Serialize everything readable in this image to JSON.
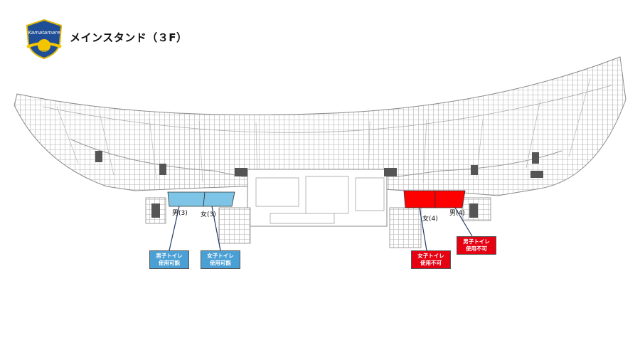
{
  "header": {
    "title": "メインスタンド（３F）",
    "logo_text": "Kamatamare",
    "logo_sub": "SANUKI"
  },
  "toilets": [
    {
      "id": "male-3",
      "label": "男(3)",
      "status_lines": [
        "男子トイレ",
        "使用可能"
      ],
      "status": "available",
      "color": "#7ec4e6"
    },
    {
      "id": "female-3",
      "label": "女(3)",
      "status_lines": [
        "女子トイレ",
        "使用可能"
      ],
      "status": "available",
      "color": "#7ec4e6"
    },
    {
      "id": "female-4",
      "label": "女(4)",
      "status_lines": [
        "女子トイレ",
        "使用不可"
      ],
      "status": "unavailable",
      "color": "#ff0000"
    },
    {
      "id": "male-4",
      "label": "男(4)",
      "status_lines": [
        "男子トイレ",
        "使用不可"
      ],
      "status": "unavailable",
      "color": "#ff0000"
    }
  ],
  "colors": {
    "available_callout": "#4a9fd5",
    "unavailable_callout": "#e50012",
    "plan_line": "#9a9a9a"
  }
}
